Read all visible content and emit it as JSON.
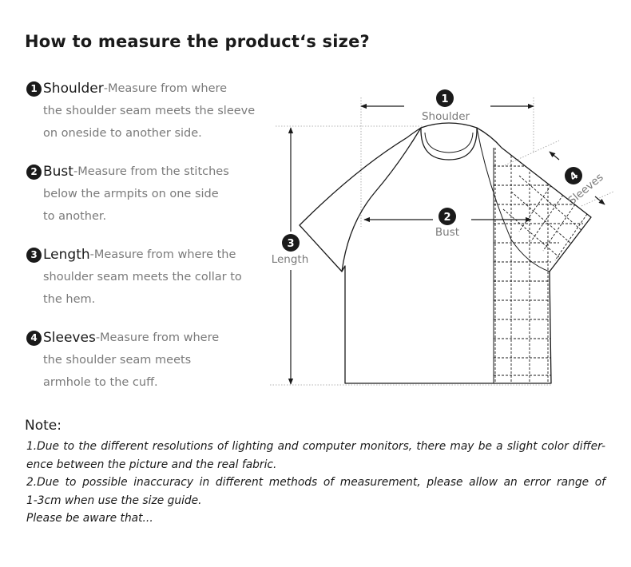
{
  "title": "How to measure the product‘s size?",
  "measurements": [
    {
      "num": "1",
      "name": "Shoulder",
      "dash": "- ",
      "lines": [
        "Measure from where",
        "the shoulder seam meets the sleeve",
        "on oneside to another side."
      ]
    },
    {
      "num": "2",
      "name": "Bust",
      "dash": "- ",
      "lines": [
        "Measure from the stitches",
        "below the armpits on one side",
        "to another."
      ]
    },
    {
      "num": "3",
      "name": "Length",
      "dash": "- ",
      "lines": [
        "Measure from where the",
        "shoulder seam meets the collar to",
        "the hem."
      ]
    },
    {
      "num": "4",
      "name": "Sleeves",
      "dash": "- ",
      "lines": [
        "Measure from where",
        "the shoulder seam meets",
        "armhole to the cuff."
      ]
    }
  ],
  "diagram": {
    "shoulder": {
      "num": "1",
      "label": "Shoulder"
    },
    "bust": {
      "num": "2",
      "label": "Bust"
    },
    "length": {
      "num": "3",
      "label": "Length"
    },
    "sleeves": {
      "num": "4",
      "label": "Sleeves"
    }
  },
  "note": {
    "heading": "Note:",
    "lines": [
      "1.Due to the different resolutions of lighting and computer monitors, there may be a slight color differ-",
      "ence between the picture and the real fabric.",
      "2.Due to possible inaccuracy in different methods of measurement, please allow an error range of",
      "1-3cm when use the size guide.",
      "Please be aware that..."
    ]
  },
  "colors": {
    "text": "#1a1a1a",
    "muted": "#7a7a7a",
    "badge": "#1a1a1a",
    "guide": "#9a9a9a"
  }
}
